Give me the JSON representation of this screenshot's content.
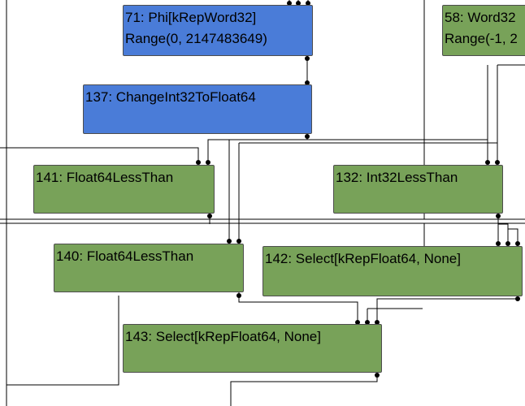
{
  "colors": {
    "node_green": "#78a259",
    "node_blue": "#4a7cd8",
    "edge": "#000000",
    "background": "#ffffff"
  },
  "nodes": {
    "n71": {
      "title": "71: Phi[kRepWord32]",
      "range": "Range(0, 2147483649)"
    },
    "n58": {
      "title": "58: Word32",
      "range": "Range(-1, 2"
    },
    "n137": {
      "title": "137: ChangeInt32ToFloat64"
    },
    "n141": {
      "title": "141: Float64LessThan"
    },
    "n132": {
      "title": "132: Int32LessThan"
    },
    "n140": {
      "title": "140: Float64LessThan"
    },
    "n142": {
      "title": "142: Select[kRepFloat64, None]"
    },
    "n143": {
      "title": "143: Select[kRepFloat64, None]"
    }
  }
}
